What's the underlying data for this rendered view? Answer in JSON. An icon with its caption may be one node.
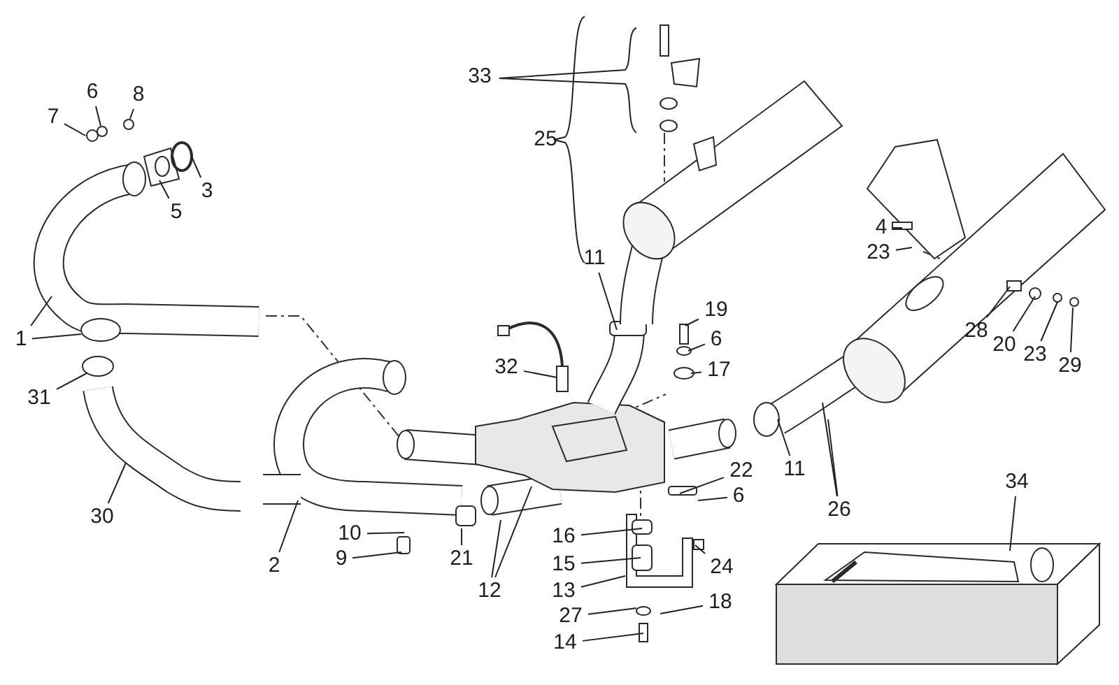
{
  "diagram": {
    "nodes": [
      {
        "text": [
          "7"
        ]
      },
      {
        "text": [
          "6"
        ]
      },
      {
        "text": [
          "8"
        ]
      },
      {
        "text": [
          "3"
        ]
      },
      {
        "text": [
          "5"
        ]
      },
      {
        "text": [
          "1"
        ]
      },
      {
        "text": [
          "31"
        ]
      },
      {
        "text": [
          "30"
        ]
      },
      {
        "text": [
          "2"
        ]
      },
      {
        "text": [
          "10"
        ]
      },
      {
        "text": [
          "9"
        ]
      },
      {
        "text": [
          "21"
        ]
      },
      {
        "text": [
          "12"
        ]
      },
      {
        "text": [
          "11"
        ]
      },
      {
        "text": [
          "32"
        ]
      },
      {
        "text": [
          "19"
        ]
      },
      {
        "text": [
          "6"
        ]
      },
      {
        "text": [
          "17"
        ]
      },
      {
        "text": [
          "22"
        ]
      },
      {
        "text": [
          "6"
        ]
      },
      {
        "text": [
          "16"
        ]
      },
      {
        "text": [
          "15"
        ]
      },
      {
        "text": [
          "13"
        ]
      },
      {
        "text": [
          "27"
        ]
      },
      {
        "text": [
          "18"
        ]
      },
      {
        "text": [
          "14"
        ]
      },
      {
        "text": [
          "24"
        ]
      },
      {
        "text": [
          "4"
        ]
      },
      {
        "text": [
          "23"
        ]
      },
      {
        "text": [
          "28"
        ]
      },
      {
        "text": [
          "20"
        ]
      },
      {
        "text": [
          "23"
        ]
      },
      {
        "text": [
          "29"
        ]
      },
      {
        "text": [
          "11"
        ]
      },
      {
        "text": [
          "26"
        ]
      },
      {
        "text": [
          "34"
        ]
      }
    ],
    "edges": [
      {
        "from": 0,
        "to": null,
        "arrow": "none"
      },
      {
        "from": 1,
        "to": null,
        "arrow": "none"
      },
      {
        "from": 2,
        "to": null,
        "arrow": "none"
      },
      {
        "from": 3,
        "to": null,
        "arrow": "none"
      },
      {
        "from": 4,
        "to": null,
        "arrow": "none"
      },
      {
        "from": 5,
        "to": null,
        "arrow": "none"
      },
      {
        "from": 5,
        "to": null,
        "arrow": "none"
      },
      {
        "from": 6,
        "to": null,
        "arrow": "none"
      },
      {
        "from": 7,
        "to": null,
        "arrow": "none"
      },
      {
        "from": 8,
        "to": null,
        "arrow": "none"
      },
      {
        "from": 9,
        "to": null,
        "arrow": "none"
      },
      {
        "from": 10,
        "to": null,
        "arrow": "none"
      },
      {
        "from": 11,
        "to": null,
        "arrow": "none"
      },
      {
        "from": 12,
        "to": null,
        "arrow": "none"
      },
      {
        "from": 12,
        "to": null,
        "arrow": "none"
      },
      {
        "from": 13,
        "to": null,
        "arrow": "none"
      },
      {
        "from": 14,
        "to": null,
        "arrow": "none"
      },
      {
        "from": 15,
        "to": null,
        "arrow": "none"
      },
      {
        "from": 16,
        "to": null,
        "arrow": "none"
      },
      {
        "from": 17,
        "to": null,
        "arrow": "none"
      },
      {
        "from": 18,
        "to": null,
        "arrow": "none"
      },
      {
        "from": 19,
        "to": null,
        "arrow": "none"
      },
      {
        "from": 20,
        "to": null,
        "arrow": "none"
      },
      {
        "from": 21,
        "to": null,
        "arrow": "none"
      },
      {
        "from": 22,
        "to": null,
        "arrow": "none"
      },
      {
        "from": 23,
        "to": null,
        "arrow": "none"
      },
      {
        "from": 24,
        "to": null,
        "arrow": "none"
      },
      {
        "from": 25,
        "to": null,
        "arrow": "none"
      },
      {
        "from": 26,
        "to": null,
        "arrow": "none"
      },
      {
        "from": 27,
        "to": null,
        "arrow": "none"
      },
      {
        "from": 28,
        "to": null,
        "arrow": "none"
      },
      {
        "from": 29,
        "to": null,
        "arrow": "none"
      },
      {
        "from": 30,
        "to": null,
        "arrow": "none"
      },
      {
        "from": 31,
        "to": null,
        "arrow": "none"
      },
      {
        "from": 32,
        "to": null,
        "arrow": "none"
      },
      {
        "from": 33,
        "to": null,
        "arrow": "none"
      },
      {
        "from": 34,
        "to": null,
        "arrow": "none"
      },
      {
        "from": 34,
        "to": null,
        "arrow": "none"
      },
      {
        "from": 35,
        "to": null,
        "arrow": "none"
      }
    ],
    "labels": [
      "33",
      "25"
    ]
  }
}
